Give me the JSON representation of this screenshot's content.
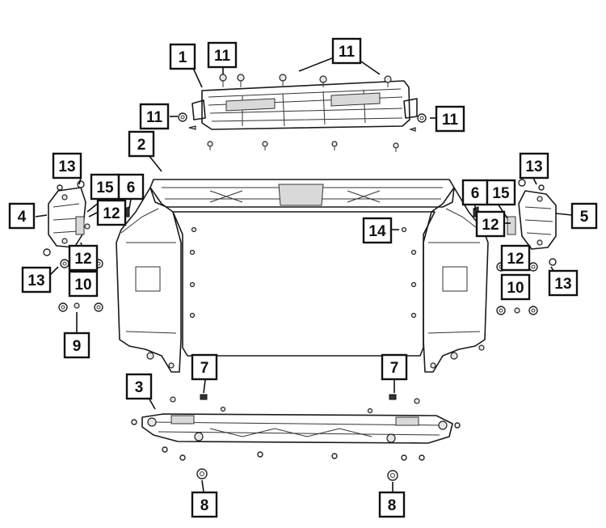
{
  "callouts": [
    {
      "label": "1"
    },
    {
      "label": "11"
    },
    {
      "label": "11"
    },
    {
      "label": "11"
    },
    {
      "label": "11"
    },
    {
      "label": "2"
    },
    {
      "label": "13"
    },
    {
      "label": "15"
    },
    {
      "label": "6"
    },
    {
      "label": "4"
    },
    {
      "label": "12"
    },
    {
      "label": "12"
    },
    {
      "label": "13"
    },
    {
      "label": "10"
    },
    {
      "label": "9"
    },
    {
      "label": "14"
    },
    {
      "label": "6"
    },
    {
      "label": "15"
    },
    {
      "label": "13"
    },
    {
      "label": "12"
    },
    {
      "label": "5"
    },
    {
      "label": "12"
    },
    {
      "label": "13"
    },
    {
      "label": "10"
    },
    {
      "label": "7"
    },
    {
      "label": "7"
    },
    {
      "label": "3"
    },
    {
      "label": "8"
    },
    {
      "label": "8"
    }
  ],
  "colors": {
    "line": "#1a1a1a",
    "background": "#ffffff"
  }
}
